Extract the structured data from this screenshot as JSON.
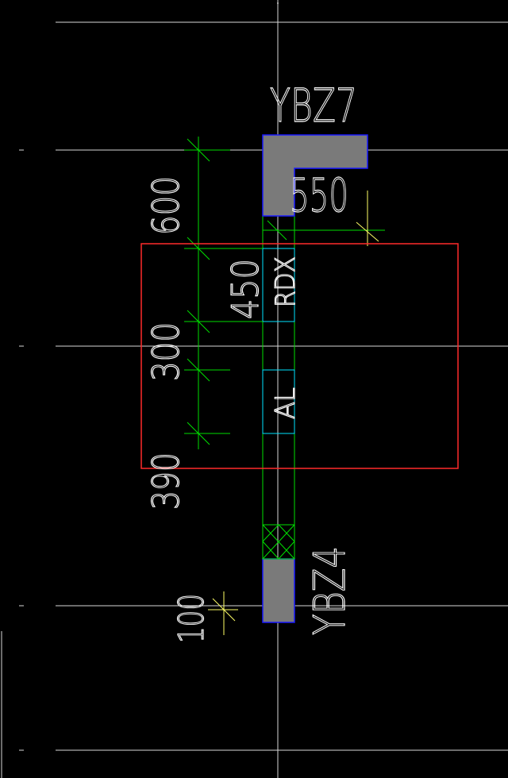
{
  "drawing": {
    "colors": {
      "background": "#000000",
      "grid": "#d8d8d8",
      "dimension": "#00dd00",
      "dimension_tick": "#00ff00",
      "text": "#ffffff",
      "column_fill": "#7a7a7a",
      "column_edge": "#1a1aff",
      "wall_edge": "#00e000",
      "opening_edge": "#00e5ff",
      "selection": "#ff2a2a",
      "yellow_dim": "#ffff66"
    },
    "labels": {
      "top_column": "YBZ7",
      "bottom_column": "YBZ4",
      "opening_upper": "RDX",
      "opening_lower": "AL",
      "dim_600": "600",
      "dim_550": "550",
      "dim_450": "450",
      "dim_300": "300",
      "dim_390": "390",
      "dim_100": "100"
    }
  }
}
